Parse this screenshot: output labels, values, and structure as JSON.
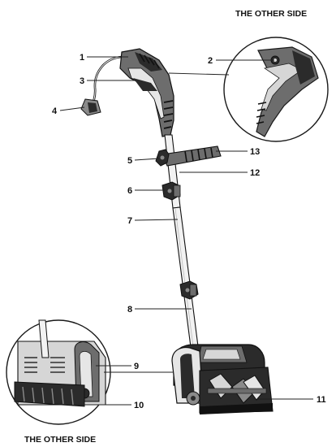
{
  "captions": {
    "top": "THE OTHER SIDE",
    "bottom": "THE OTHER SIDE"
  },
  "callouts": [
    "1",
    "2",
    "3",
    "4",
    "5",
    "6",
    "7",
    "8",
    "9",
    "10",
    "11",
    "12",
    "13"
  ],
  "colors": {
    "ink": "#1a1a1a",
    "dark": "#2b2b2b",
    "mid": "#8a8a8a",
    "light": "#d6d6d6"
  }
}
